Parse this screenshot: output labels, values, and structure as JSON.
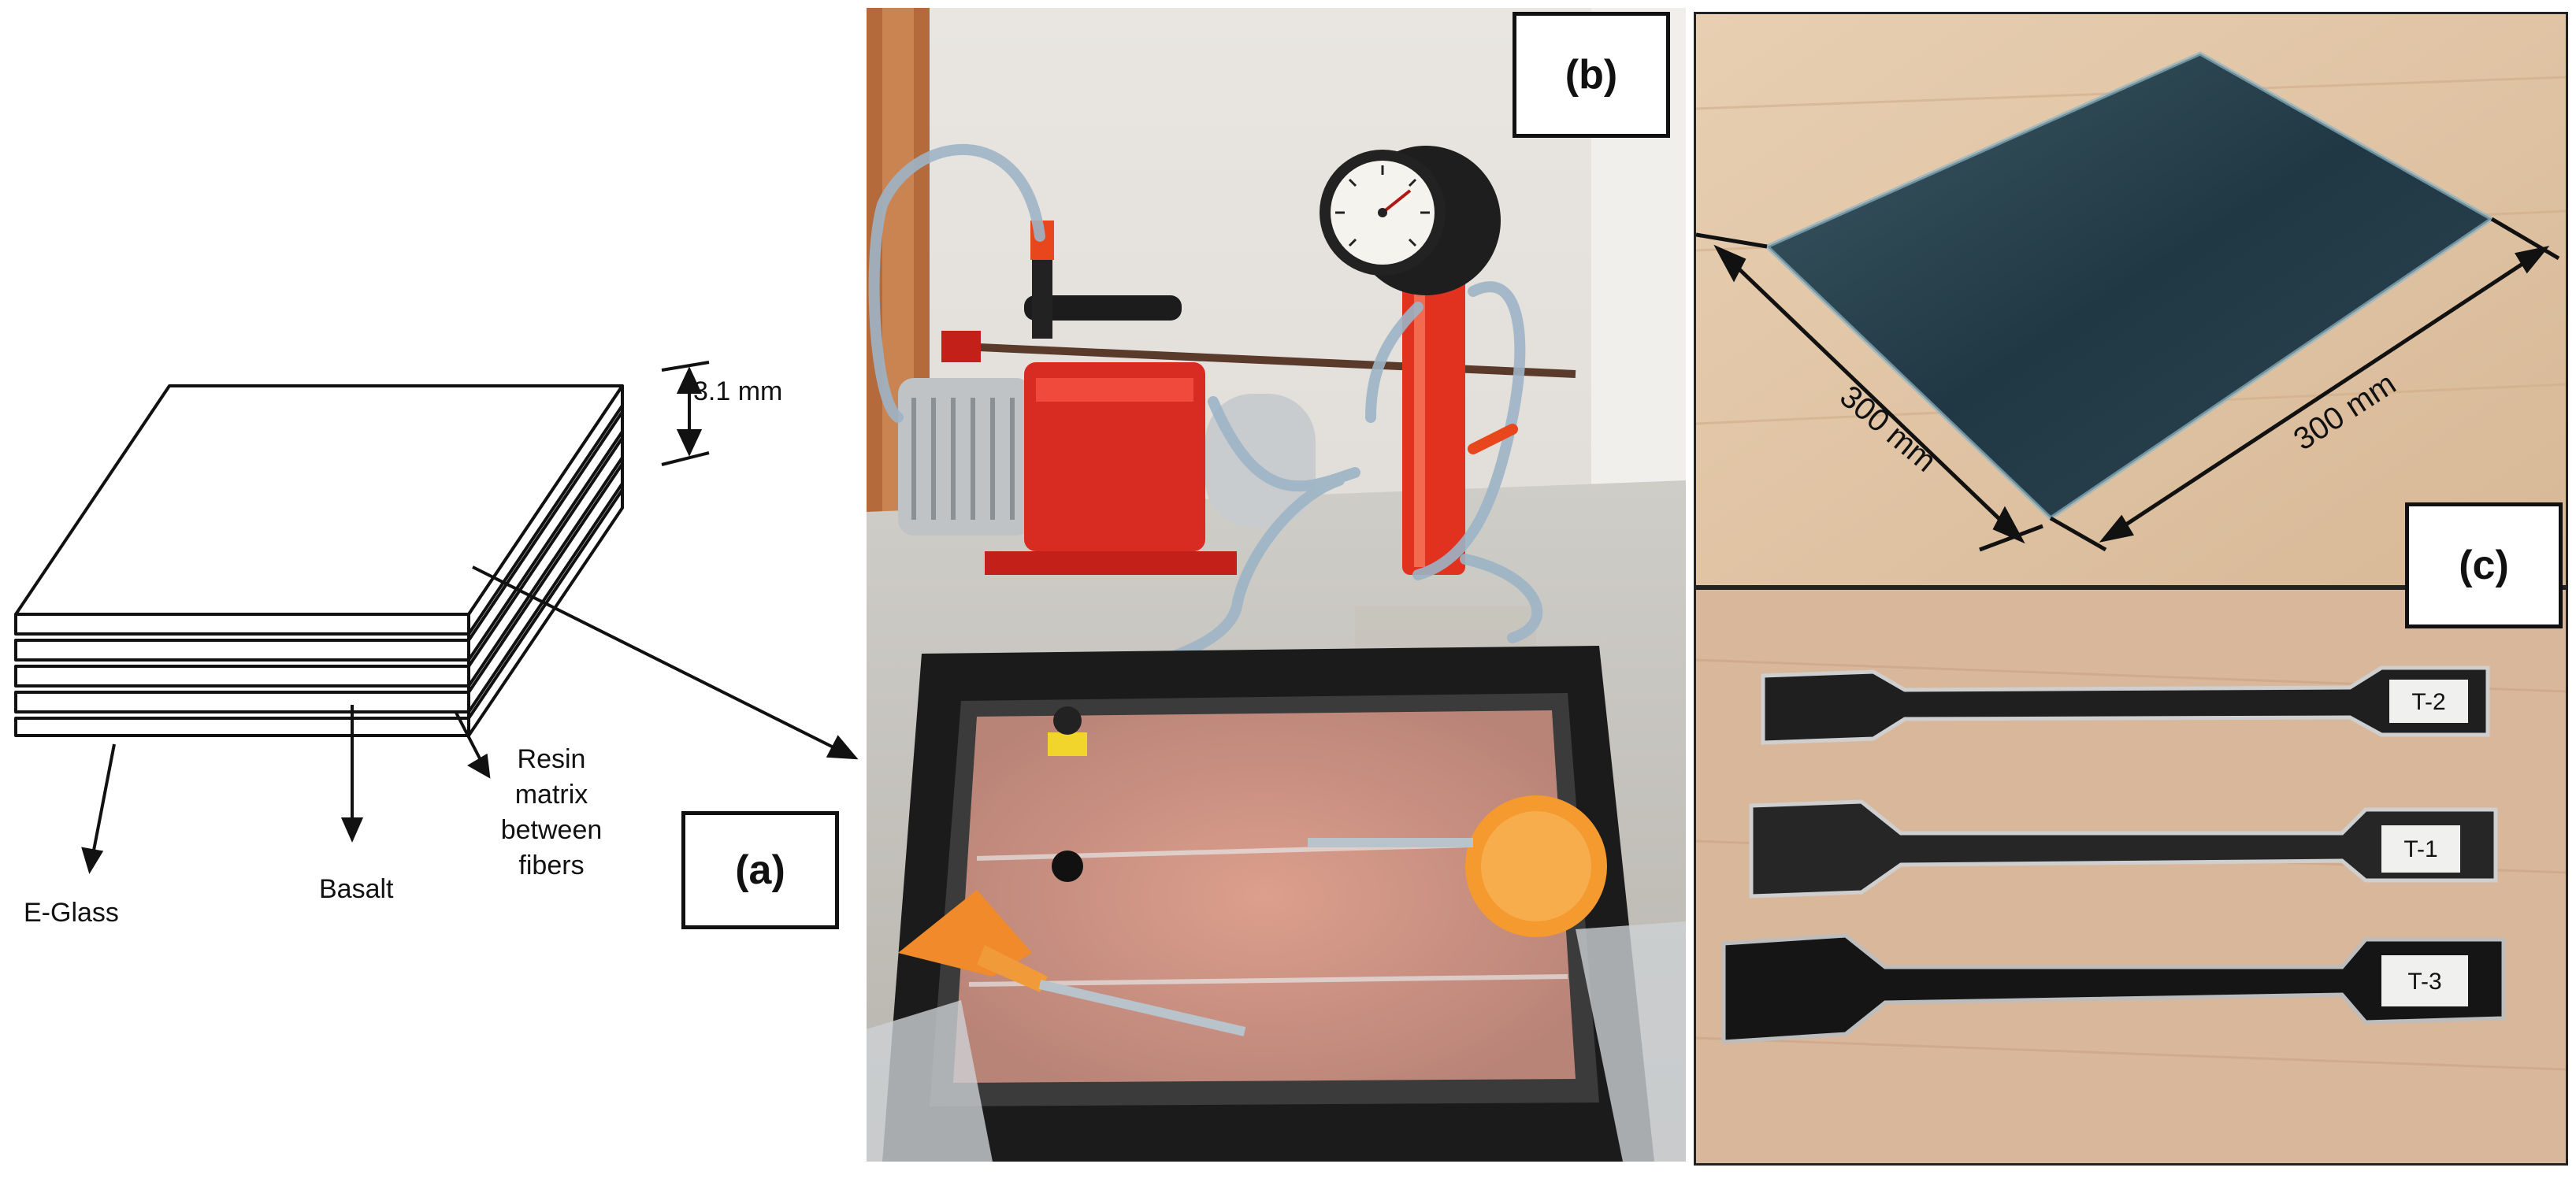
{
  "panel_a": {
    "thickness_label": "3.1 mm",
    "legend": {
      "eglass": "E-Glass",
      "basalt": "Basalt",
      "resin_line1": "Resin",
      "resin_line2": "matrix",
      "resin_line3": "between",
      "resin_line4": "fibers"
    },
    "tag": "(a)"
  },
  "panel_b": {
    "tag": "(b)"
  },
  "panel_c": {
    "tag": "(c)",
    "dim_left": "300 mm",
    "dim_right": "300 mm",
    "specimen_labels": [
      "T-2",
      "T-1",
      "T-3"
    ]
  }
}
